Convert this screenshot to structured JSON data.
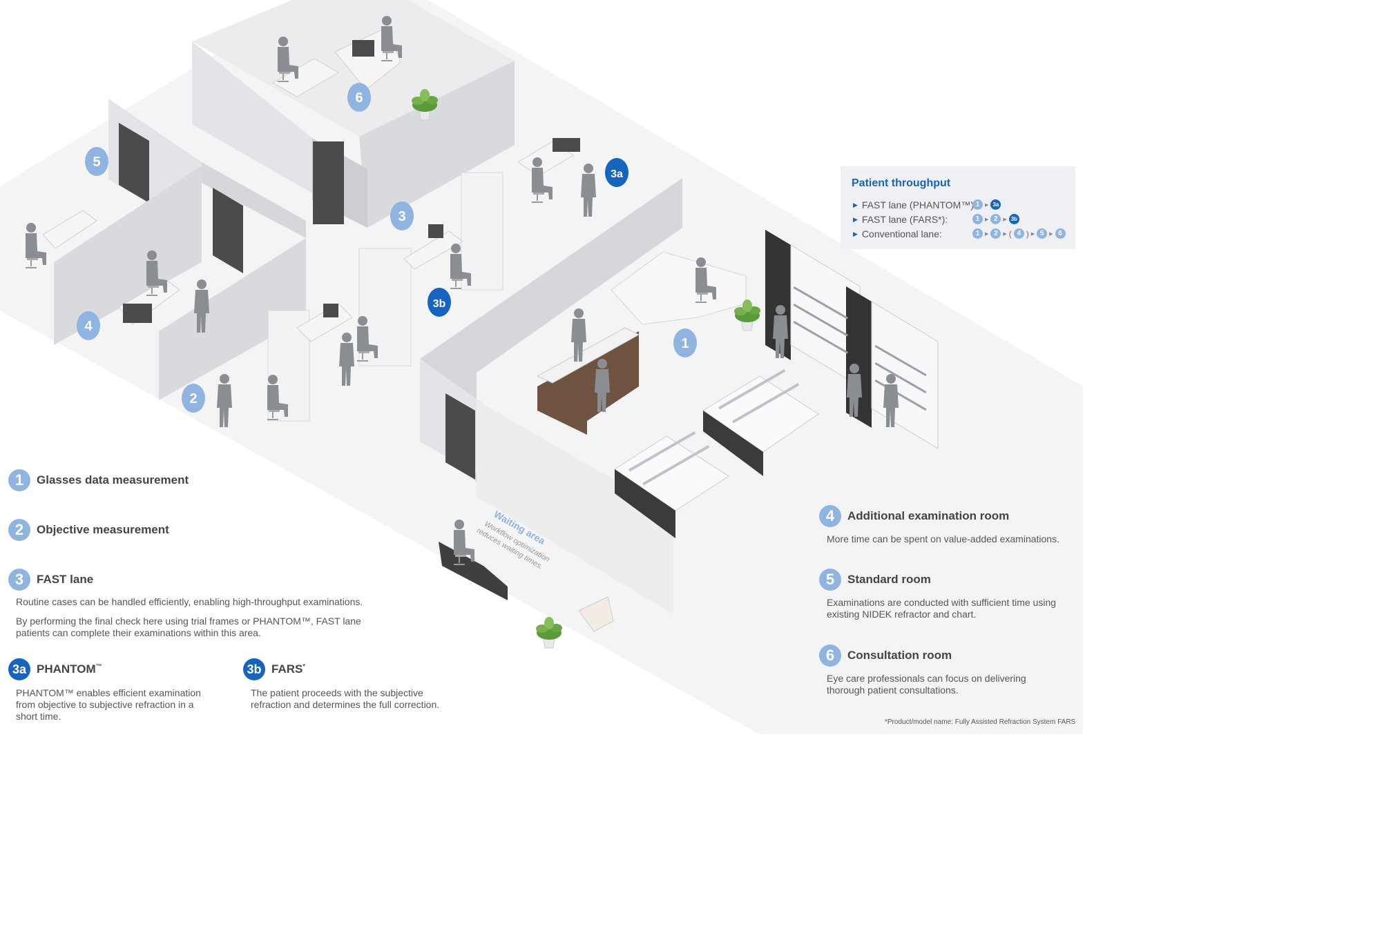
{
  "map_badges": [
    {
      "id": "1",
      "label": "1"
    },
    {
      "id": "2",
      "label": "2"
    },
    {
      "id": "3",
      "label": "3"
    },
    {
      "id": "3a",
      "label": "3a"
    },
    {
      "id": "3b",
      "label": "3b"
    },
    {
      "id": "4",
      "label": "4"
    },
    {
      "id": "5",
      "label": "5"
    },
    {
      "id": "6",
      "label": "6"
    }
  ],
  "waiting_area": {
    "title": "Waiting area",
    "desc_line1": "Workflow optimization",
    "desc_line2": "reduces waiting times."
  },
  "throughput": {
    "title": "Patient throughput",
    "rows": [
      {
        "label": "FAST lane (PHANTOM™):",
        "sequence": [
          "1",
          "3a"
        ]
      },
      {
        "label": "FAST lane (FARS*):",
        "sequence": [
          "1",
          "2",
          "3b"
        ]
      },
      {
        "label": "Conventional lane:",
        "sequence": [
          "1",
          "2",
          "(",
          "4",
          ")",
          "5",
          "6"
        ]
      }
    ]
  },
  "legend": {
    "item1": {
      "num": "1",
      "title": "Glasses data measurement"
    },
    "item2": {
      "num": "2",
      "title": "Objective measurement"
    },
    "item3": {
      "num": "3",
      "title": "FAST lane",
      "desc1": "Routine cases can be handled efficiently, enabling high-throughput examinations.",
      "desc2_line1": "By performing the final check here using trial frames or PHANTOM™, FAST lane",
      "desc2_line2": "patients can complete their examinations within this area."
    },
    "item3a": {
      "num": "3a",
      "title": "PHANTOM",
      "title_mark": "™",
      "desc_line1": "PHANTOM™ enables efficient examination",
      "desc_line2": "from objective to subjective refraction in a",
      "desc_line3": "short time."
    },
    "item3b": {
      "num": "3b",
      "title": "FARS",
      "title_mark": "*",
      "desc_line1": "The patient proceeds with the subjective",
      "desc_line2": "refraction and determines the full correction."
    },
    "item4": {
      "num": "4",
      "title": "Additional examination room",
      "desc": "More time can be spent on value-added examinations."
    },
    "item5": {
      "num": "5",
      "title": "Standard room",
      "desc_line1": "Examinations are conducted with sufficient time using",
      "desc_line2": "existing NIDEK refractor and chart."
    },
    "item6": {
      "num": "6",
      "title": "Consultation room",
      "desc_line1": "Eye care professionals can focus on delivering",
      "desc_line2": "thorough patient consultations."
    }
  },
  "footnote": "*Product/model name: Fully Assisted Refraction System FARS",
  "colors": {
    "badge_light": "#8fb4e0",
    "badge_dark": "#1565c0",
    "wall": "#e4e5e8",
    "floor": "#f4f4f5",
    "door": "#4b4b4b"
  }
}
